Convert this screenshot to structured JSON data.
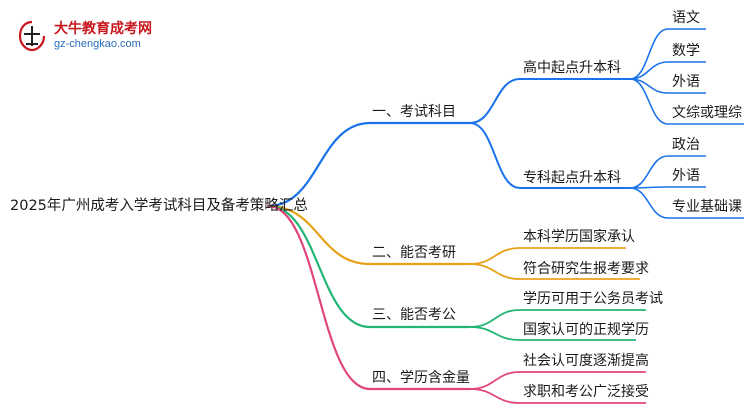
{
  "logo": {
    "name": "大牛教育成考网",
    "url": "gz-chengkao.com",
    "glyph": "大牛"
  },
  "root": "2025年广州成考入学考试科目及备考策略汇总",
  "branches": [
    {
      "label": "一、考试科目",
      "color": "#1a73e8",
      "children": [
        {
          "label": "高中起点升本科",
          "children": [
            "语文",
            "数学",
            "外语",
            "文综或理综"
          ]
        },
        {
          "label": "专科起点升本科",
          "children": [
            "政治",
            "外语",
            "专业基础课"
          ]
        }
      ]
    },
    {
      "label": "二、能否考研",
      "color": "#e8a21a",
      "children": [
        {
          "label": "本科学历国家承认"
        },
        {
          "label": "符合研究生报考要求"
        }
      ]
    },
    {
      "label": "三、能否考公",
      "color": "#22b573",
      "children": [
        {
          "label": "学历可用于公务员考试"
        },
        {
          "label": "国家认可的正规学历"
        }
      ]
    },
    {
      "label": "四、学历含金量",
      "color": "#e0457b",
      "children": [
        {
          "label": "社会认可度逐渐提高"
        },
        {
          "label": "求职和考公广泛接受"
        }
      ]
    }
  ]
}
